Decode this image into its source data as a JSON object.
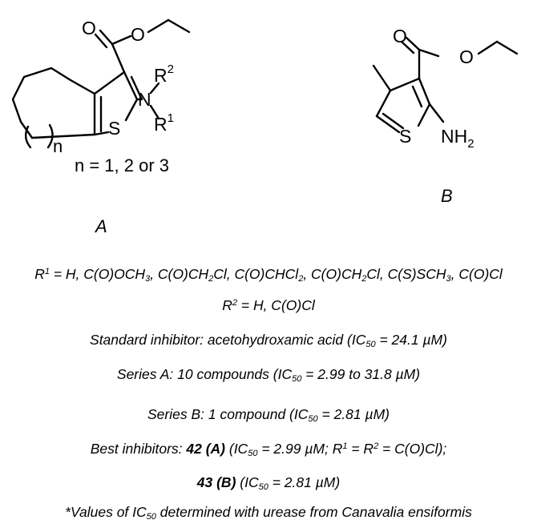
{
  "structure_a": {
    "label": "A",
    "n_text": "n",
    "n_values": "n = 1, 2 or 3",
    "atoms": {
      "O1": "O",
      "O2": "O",
      "N": "N",
      "S": "S",
      "R": "R",
      "R2_sup": "2",
      "R1_sup": "1"
    }
  },
  "structure_b": {
    "label": "B",
    "atoms": {
      "O1": "O",
      "O2": "O",
      "S": "S",
      "NH": "NH",
      "NH_sub": "2"
    }
  },
  "text": {
    "r1_line": {
      "pre": "R",
      "sup": "1",
      "body": " = H, C(O)OCH",
      "s1": "3",
      "p2": ", C(O)CH",
      "s2": "2",
      "p3": "Cl, C(O)CHCl",
      "s3": "2",
      "p4": ", C(O)CH",
      "s4": "2",
      "p5": "Cl, C(S)SCH",
      "s5": "3",
      "p6": ", C(O)Cl"
    },
    "r2_line": {
      "pre": "R",
      "sup": "2",
      "body": " = H, C(O)Cl"
    },
    "standard_line": {
      "pre": "Standard inhibitor: acetohydroxamic acid (IC",
      "sub": "50",
      "post": " = 24.1 µM)"
    },
    "series_a_line": {
      "pre": "Series A: 10 compounds (IC",
      "sub": "50",
      "post": " = 2.99 to 31.8 µM)"
    },
    "series_b_line": {
      "pre": "Series B: 1 compound (IC",
      "sub": "50",
      "post": " = 2.81 µM)"
    },
    "best_line": {
      "pre": "Best inhibitors: ",
      "bold": "42 (A)",
      "mid": " (IC",
      "sub": "50",
      "post1": " = 2.99 µM; R",
      "sup1": "1",
      "post2": " = R",
      "sup2": "2",
      "post3": " = C(O)Cl);"
    },
    "best_line2": {
      "bold": "43 (B)",
      "mid": " (IC",
      "sub": "50",
      "post": " = 2.81 µM)"
    },
    "footnote": {
      "pre": "*Values of IC",
      "sub": "50",
      "post": " determined with urease from Canavalia ensiformis"
    }
  }
}
